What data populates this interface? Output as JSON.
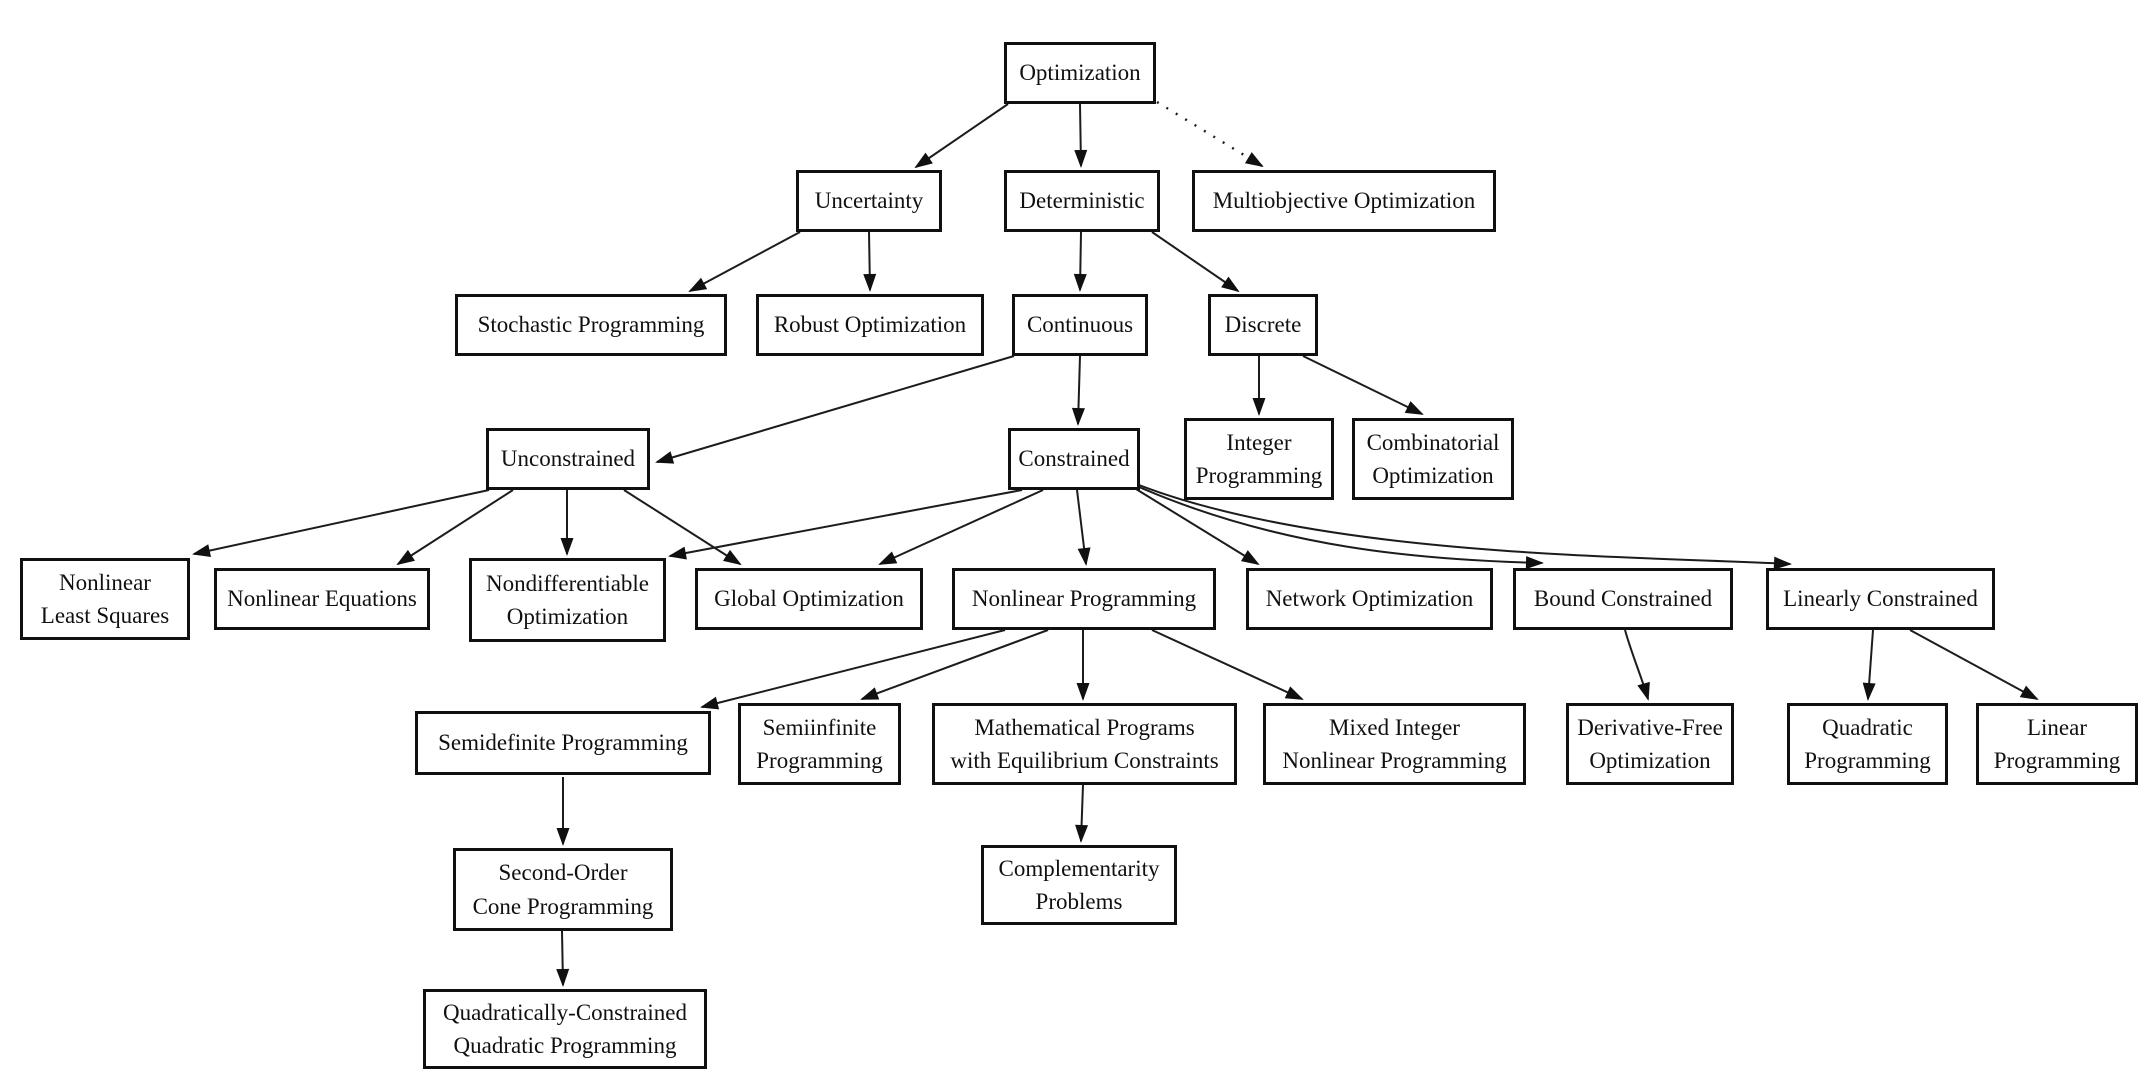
{
  "diagram": {
    "kind": "taxonomy-flowchart",
    "colors": {
      "background": "#ffffff",
      "box_fill": "#ffffff",
      "box_border": "#101010",
      "edge": "#1c1c1c",
      "text": "#101010"
    }
  },
  "nodes": [
    {
      "id": "optimization",
      "label": "Optimization"
    },
    {
      "id": "uncertainty",
      "label": "Uncertainty"
    },
    {
      "id": "deterministic",
      "label": "Deterministic"
    },
    {
      "id": "multiobjective",
      "label": "Multiobjective Optimization"
    },
    {
      "id": "stochastic",
      "label": "Stochastic Programming"
    },
    {
      "id": "robust",
      "label": "Robust Optimization"
    },
    {
      "id": "continuous",
      "label": "Continuous"
    },
    {
      "id": "discrete",
      "label": "Discrete"
    },
    {
      "id": "unconstrained",
      "label": "Unconstrained"
    },
    {
      "id": "constrained",
      "label": "Constrained"
    },
    {
      "id": "integer",
      "label": "Integer\nProgramming"
    },
    {
      "id": "combinatorial",
      "label": "Combinatorial\nOptimization"
    },
    {
      "id": "nls",
      "label": "Nonlinear\nLeast Squares"
    },
    {
      "id": "nleq",
      "label": "Nonlinear Equations"
    },
    {
      "id": "nondiff",
      "label": "Nondifferentiable\nOptimization"
    },
    {
      "id": "global",
      "label": "Global Optimization"
    },
    {
      "id": "nlp",
      "label": "Nonlinear Programming"
    },
    {
      "id": "network",
      "label": "Network Optimization"
    },
    {
      "id": "bound",
      "label": "Bound Constrained"
    },
    {
      "id": "linearly",
      "label": "Linearly Constrained"
    },
    {
      "id": "sdp",
      "label": "Semidefinite Programming"
    },
    {
      "id": "semiinf",
      "label": "Semiinfinite\nProgramming"
    },
    {
      "id": "mpec",
      "label": "Mathematical Programs\nwith Equilibrium Constraints"
    },
    {
      "id": "minlp",
      "label": "Mixed Integer\nNonlinear Programming"
    },
    {
      "id": "dfo",
      "label": "Derivative-Free\nOptimization"
    },
    {
      "id": "qp",
      "label": "Quadratic\nProgramming"
    },
    {
      "id": "lp",
      "label": "Linear\nProgramming"
    },
    {
      "id": "socp",
      "label": "Second-Order\nCone Programming"
    },
    {
      "id": "comp",
      "label": "Complementarity\nProblems"
    },
    {
      "id": "qcqp",
      "label": "Quadratically-Constrained\nQuadratic Programming"
    }
  ],
  "edges": [
    {
      "from": "optimization",
      "to": "uncertainty",
      "style": "solid"
    },
    {
      "from": "optimization",
      "to": "deterministic",
      "style": "solid"
    },
    {
      "from": "optimization",
      "to": "multiobjective",
      "style": "dotted"
    },
    {
      "from": "uncertainty",
      "to": "stochastic",
      "style": "solid"
    },
    {
      "from": "uncertainty",
      "to": "robust",
      "style": "solid"
    },
    {
      "from": "deterministic",
      "to": "continuous",
      "style": "solid"
    },
    {
      "from": "deterministic",
      "to": "discrete",
      "style": "solid"
    },
    {
      "from": "continuous",
      "to": "unconstrained",
      "style": "solid"
    },
    {
      "from": "continuous",
      "to": "constrained",
      "style": "solid"
    },
    {
      "from": "discrete",
      "to": "integer",
      "style": "solid"
    },
    {
      "from": "discrete",
      "to": "combinatorial",
      "style": "solid"
    },
    {
      "from": "unconstrained",
      "to": "nls",
      "style": "solid"
    },
    {
      "from": "unconstrained",
      "to": "nleq",
      "style": "solid"
    },
    {
      "from": "unconstrained",
      "to": "nondiff",
      "style": "solid"
    },
    {
      "from": "unconstrained",
      "to": "global",
      "style": "solid"
    },
    {
      "from": "constrained",
      "to": "nondiff",
      "style": "solid"
    },
    {
      "from": "constrained",
      "to": "global",
      "style": "solid"
    },
    {
      "from": "constrained",
      "to": "nlp",
      "style": "solid"
    },
    {
      "from": "constrained",
      "to": "network",
      "style": "solid"
    },
    {
      "from": "constrained",
      "to": "bound",
      "style": "solid"
    },
    {
      "from": "constrained",
      "to": "linearly",
      "style": "solid"
    },
    {
      "from": "nlp",
      "to": "sdp",
      "style": "solid"
    },
    {
      "from": "nlp",
      "to": "semiinf",
      "style": "solid"
    },
    {
      "from": "nlp",
      "to": "mpec",
      "style": "solid"
    },
    {
      "from": "nlp",
      "to": "minlp",
      "style": "solid"
    },
    {
      "from": "bound",
      "to": "dfo",
      "style": "solid"
    },
    {
      "from": "linearly",
      "to": "qp",
      "style": "solid"
    },
    {
      "from": "linearly",
      "to": "lp",
      "style": "solid"
    },
    {
      "from": "sdp",
      "to": "socp",
      "style": "solid"
    },
    {
      "from": "mpec",
      "to": "comp",
      "style": "solid"
    },
    {
      "from": "socp",
      "to": "qcqp",
      "style": "solid"
    }
  ]
}
